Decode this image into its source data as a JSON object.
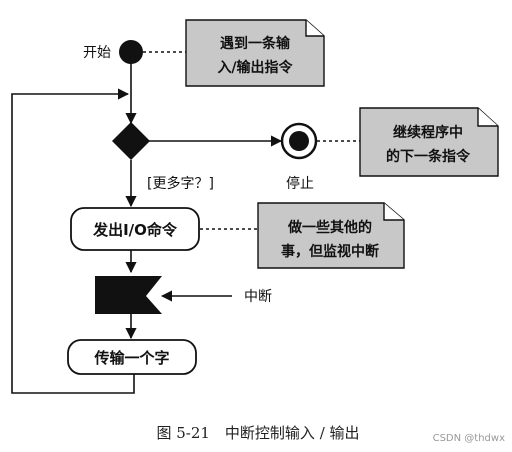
{
  "diagram": {
    "start_label": "开始",
    "notes": {
      "start_note": [
        "遇到一条输",
        "入/输出指令"
      ],
      "stop_note": [
        "继续程序中",
        "的下一条指令"
      ],
      "io_note": [
        "做一些其他的",
        "事，但监视中断"
      ]
    },
    "guard_label": "[更多字？]",
    "stop_label": "停止",
    "action_io_command": "发出I/O命令",
    "interrupt_label": "中断",
    "action_transfer": "传输一个字"
  },
  "caption": "图 5-21　中断控制输入 / 输出",
  "watermark": "CSDN @thdwx"
}
